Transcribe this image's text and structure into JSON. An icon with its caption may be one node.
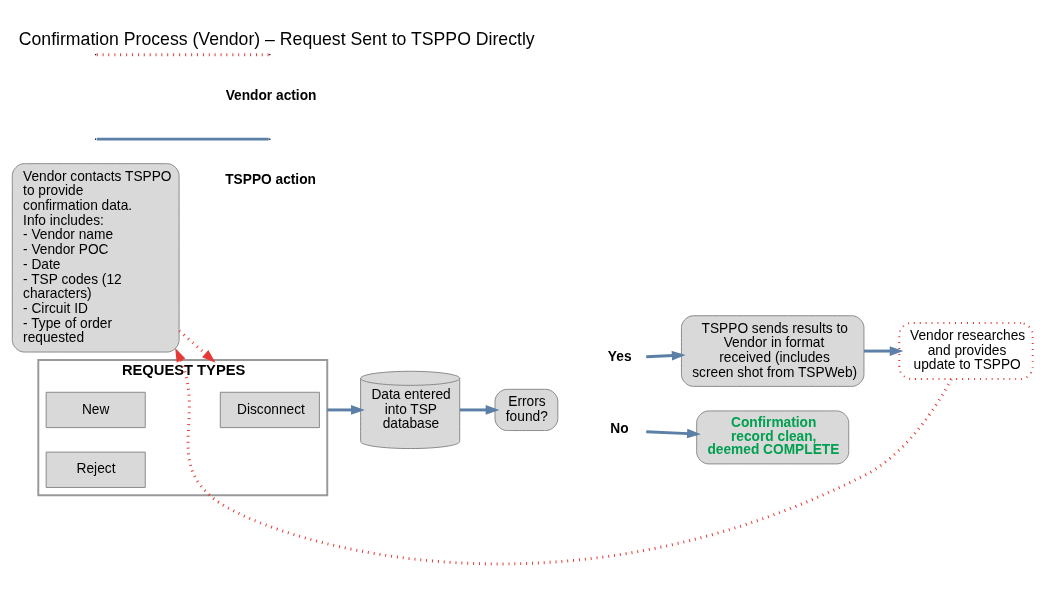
{
  "diagram": {
    "title": "Confirmation Process (Vendor) – Request Sent to TSPPO Directly",
    "nodes": [
      {
        "text": [
          "Vendor contacts TSPPO to provide confirmation data.",
          "Info includes:",
          "- Vendor name",
          "- Vendor POC",
          "- Date",
          "- TSP codes (12 characters)",
          "- Circuit ID",
          "- Type of order requested"
        ]
      },
      {
        "text": [
          "REQUEST TYPES"
        ]
      },
      {
        "text": [
          "New"
        ],
        "in": 1
      },
      {
        "text": [
          "Disconnect"
        ],
        "in": 1
      },
      {
        "text": [
          "Reject"
        ],
        "in": 1
      },
      {
        "text": [
          "Data entered into TSP database"
        ]
      },
      {
        "text": [
          "Errors found?"
        ]
      },
      {
        "text": [
          "Yes"
        ]
      },
      {
        "text": [
          "No"
        ]
      },
      {
        "text": [
          "TSPPO sends results to Vendor in format received (includes screen shot from TSPWeb)"
        ]
      },
      {
        "text": [
          "Confirmation record clean, deemed COMPLETE"
        ]
      },
      {
        "text": [
          "Vendor researches and provides update to TSPPO"
        ]
      }
    ],
    "edges": [
      {
        "from": 0,
        "to": 1,
        "arrow": "to",
        "style": "dashed",
        "color": "#e53935"
      },
      {
        "from": 1,
        "to": 5,
        "arrow": "to"
      },
      {
        "from": 5,
        "to": 6,
        "arrow": "to"
      },
      {
        "from": 7,
        "to": 9,
        "arrow": "to"
      },
      {
        "from": 8,
        "to": 10,
        "arrow": "to"
      },
      {
        "from": 9,
        "to": 11,
        "arrow": "to"
      },
      {
        "from": 11,
        "to": 0,
        "arrow": "to",
        "style": "dashed",
        "color": "#e53935"
      }
    ],
    "legend": [
      {
        "text": "Vendor action"
      },
      {
        "text": "TSPPO action"
      }
    ]
  }
}
